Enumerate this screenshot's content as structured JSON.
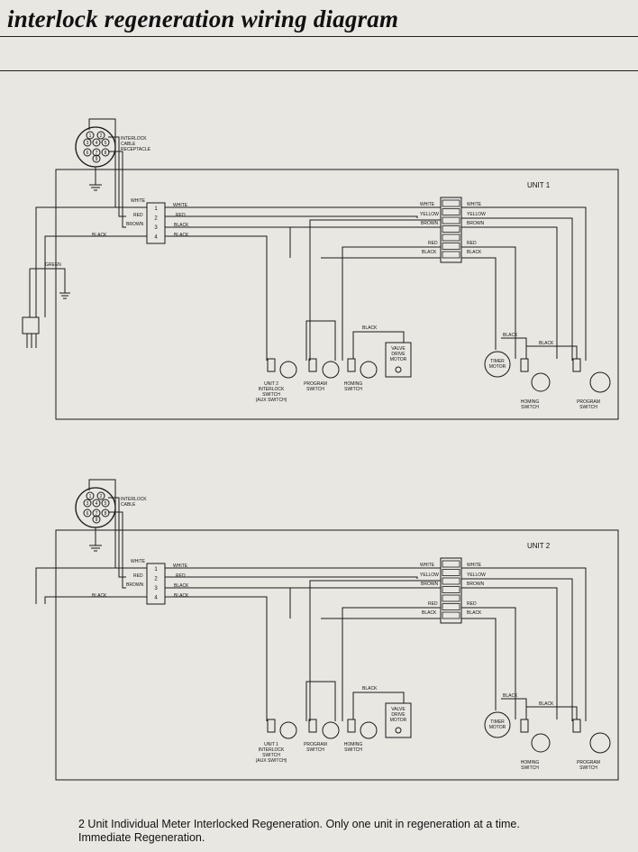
{
  "title": "interlock regeneration wiring diagram",
  "common": {
    "program_switch": [
      "PROGRAM",
      "SWITCH"
    ],
    "homing_switch": [
      "HOMING",
      "SWITCH"
    ],
    "valve_drive_motor": [
      "VALVE",
      "DRIVE",
      "MOTOR"
    ],
    "timer_motor": [
      "TIMER",
      "MOTOR"
    ],
    "interlock_switch_suffix": [
      "INTERLOCK",
      "SWITCH",
      "(AUX SWITCH)"
    ],
    "wire_colors": {
      "white": "WHITE",
      "red": "RED",
      "brown": "BROWN",
      "black": "BLACK",
      "yellow": "YELLOW",
      "green": "GREEN"
    },
    "terminals": [
      "1",
      "2",
      "3",
      "4"
    ]
  },
  "diagram1": {
    "unit_label": "UNIT  1",
    "receptacle_label": [
      "INTERLOCK",
      "CABLE",
      "RECEPTACLE"
    ],
    "aux_unit_label": "UNIT  2",
    "pins": [
      "1",
      "2",
      "3",
      "4",
      "5",
      "6",
      "7",
      "8",
      "9"
    ]
  },
  "diagram2": {
    "unit_label": "UNIT  2",
    "receptacle_label": [
      "INTERLOCK",
      "CABLE"
    ],
    "aux_unit_label": "UNIT  1",
    "pins": [
      "1",
      "2",
      "3",
      "4",
      "5",
      "6",
      "7",
      "8",
      "9"
    ]
  },
  "caption": {
    "line1": "2 Unit Individual Meter Interlocked Regeneration. Only one unit in regeneration at a time.",
    "line2": "Immediate Regeneration."
  }
}
